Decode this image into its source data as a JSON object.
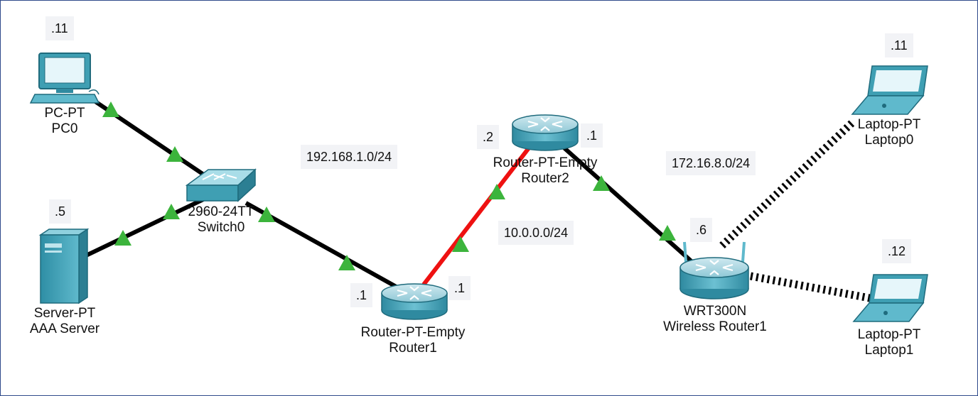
{
  "devices": {
    "pc0": {
      "model": "PC-PT",
      "name": "PC0",
      "ip": ".11"
    },
    "server": {
      "model": "Server-PT",
      "name": "AAA Server",
      "ip": ".5"
    },
    "switch0": {
      "model": "2960-24TT",
      "name": "Switch0"
    },
    "router1": {
      "model": "Router-PT-Empty",
      "name": "Router1",
      "ip_left": ".1",
      "ip_right": ".1"
    },
    "router2": {
      "model": "Router-PT-Empty",
      "name": "Router2",
      "ip_left": ".2",
      "ip_right": ".1"
    },
    "wrt": {
      "model": "WRT300N",
      "name": "Wireless Router1",
      "ip": ".6"
    },
    "laptop0": {
      "model": "Laptop-PT",
      "name": "Laptop0",
      "ip": ".11"
    },
    "laptop1": {
      "model": "Laptop-PT",
      "name": "Laptop1",
      "ip": ".12"
    }
  },
  "networks": {
    "lan1": "192.168.1.0/24",
    "wan": "10.0.0.0/24",
    "lan2": "172.16.8.0/24"
  },
  "colors": {
    "link": "#000000",
    "serial_link": "#ee1111",
    "link_up": "#3cb43c",
    "device_teal": "#3f9fb3"
  }
}
